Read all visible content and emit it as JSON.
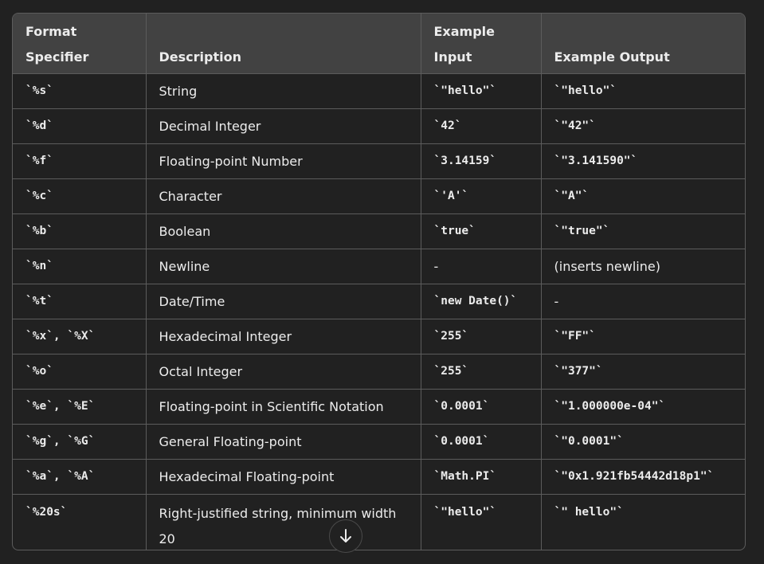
{
  "table": {
    "headers": [
      [
        "Format",
        "Specifier"
      ],
      [
        "",
        "Description"
      ],
      [
        "Example",
        "Input"
      ],
      [
        "",
        "Example Output"
      ]
    ],
    "rows": [
      [
        "`%s`",
        "String",
        "`\"hello\"`",
        "`\"hello\"`"
      ],
      [
        "`%d`",
        "Decimal Integer",
        "`42`",
        "`\"42\"`"
      ],
      [
        "`%f`",
        "Floating-point Number",
        "`3.14159`",
        "`\"3.141590\"`"
      ],
      [
        "`%c`",
        "Character",
        "`'A'`",
        "`\"A\"`"
      ],
      [
        "`%b`",
        "Boolean",
        "`true`",
        "`\"true\"`"
      ],
      [
        "`%n`",
        "Newline",
        "-",
        "(inserts newline)"
      ],
      [
        "`%t`",
        "Date/Time",
        "`new Date()`",
        "-"
      ],
      [
        "`%x`, `%X`",
        "Hexadecimal Integer",
        "`255`",
        "`\"FF\"`"
      ],
      [
        "`%o`",
        "Octal Integer",
        "`255`",
        "`\"377\"`"
      ],
      [
        "`%e`, `%E`",
        "Floating-point in Scientific Notation",
        "`0.0001`",
        "`\"1.000000e-04\"`"
      ],
      [
        "`%g`, `%G`",
        "General Floating-point",
        "`0.0001`",
        "`\"0.0001\"`"
      ],
      [
        "`%a`, `%A`",
        "Hexadecimal Floating-point",
        "`Math.PI`",
        "`\"0x1.921fb54442d18p1\"`"
      ],
      [
        "`%20s`",
        "Right-justified string, minimum width 20",
        "`\"hello\"`",
        "`\"     hello\"`"
      ]
    ],
    "mono_flags": [
      [
        true,
        false,
        true,
        true
      ],
      [
        true,
        false,
        true,
        true
      ],
      [
        true,
        false,
        true,
        true
      ],
      [
        true,
        false,
        true,
        true
      ],
      [
        true,
        false,
        true,
        true
      ],
      [
        true,
        false,
        false,
        false
      ],
      [
        true,
        false,
        true,
        false
      ],
      [
        true,
        false,
        true,
        true
      ],
      [
        true,
        false,
        true,
        true
      ],
      [
        true,
        false,
        true,
        true
      ],
      [
        true,
        false,
        true,
        true
      ],
      [
        true,
        false,
        true,
        true
      ],
      [
        true,
        false,
        true,
        true
      ]
    ]
  },
  "scroll_button": {
    "icon": "arrow-down-icon"
  }
}
